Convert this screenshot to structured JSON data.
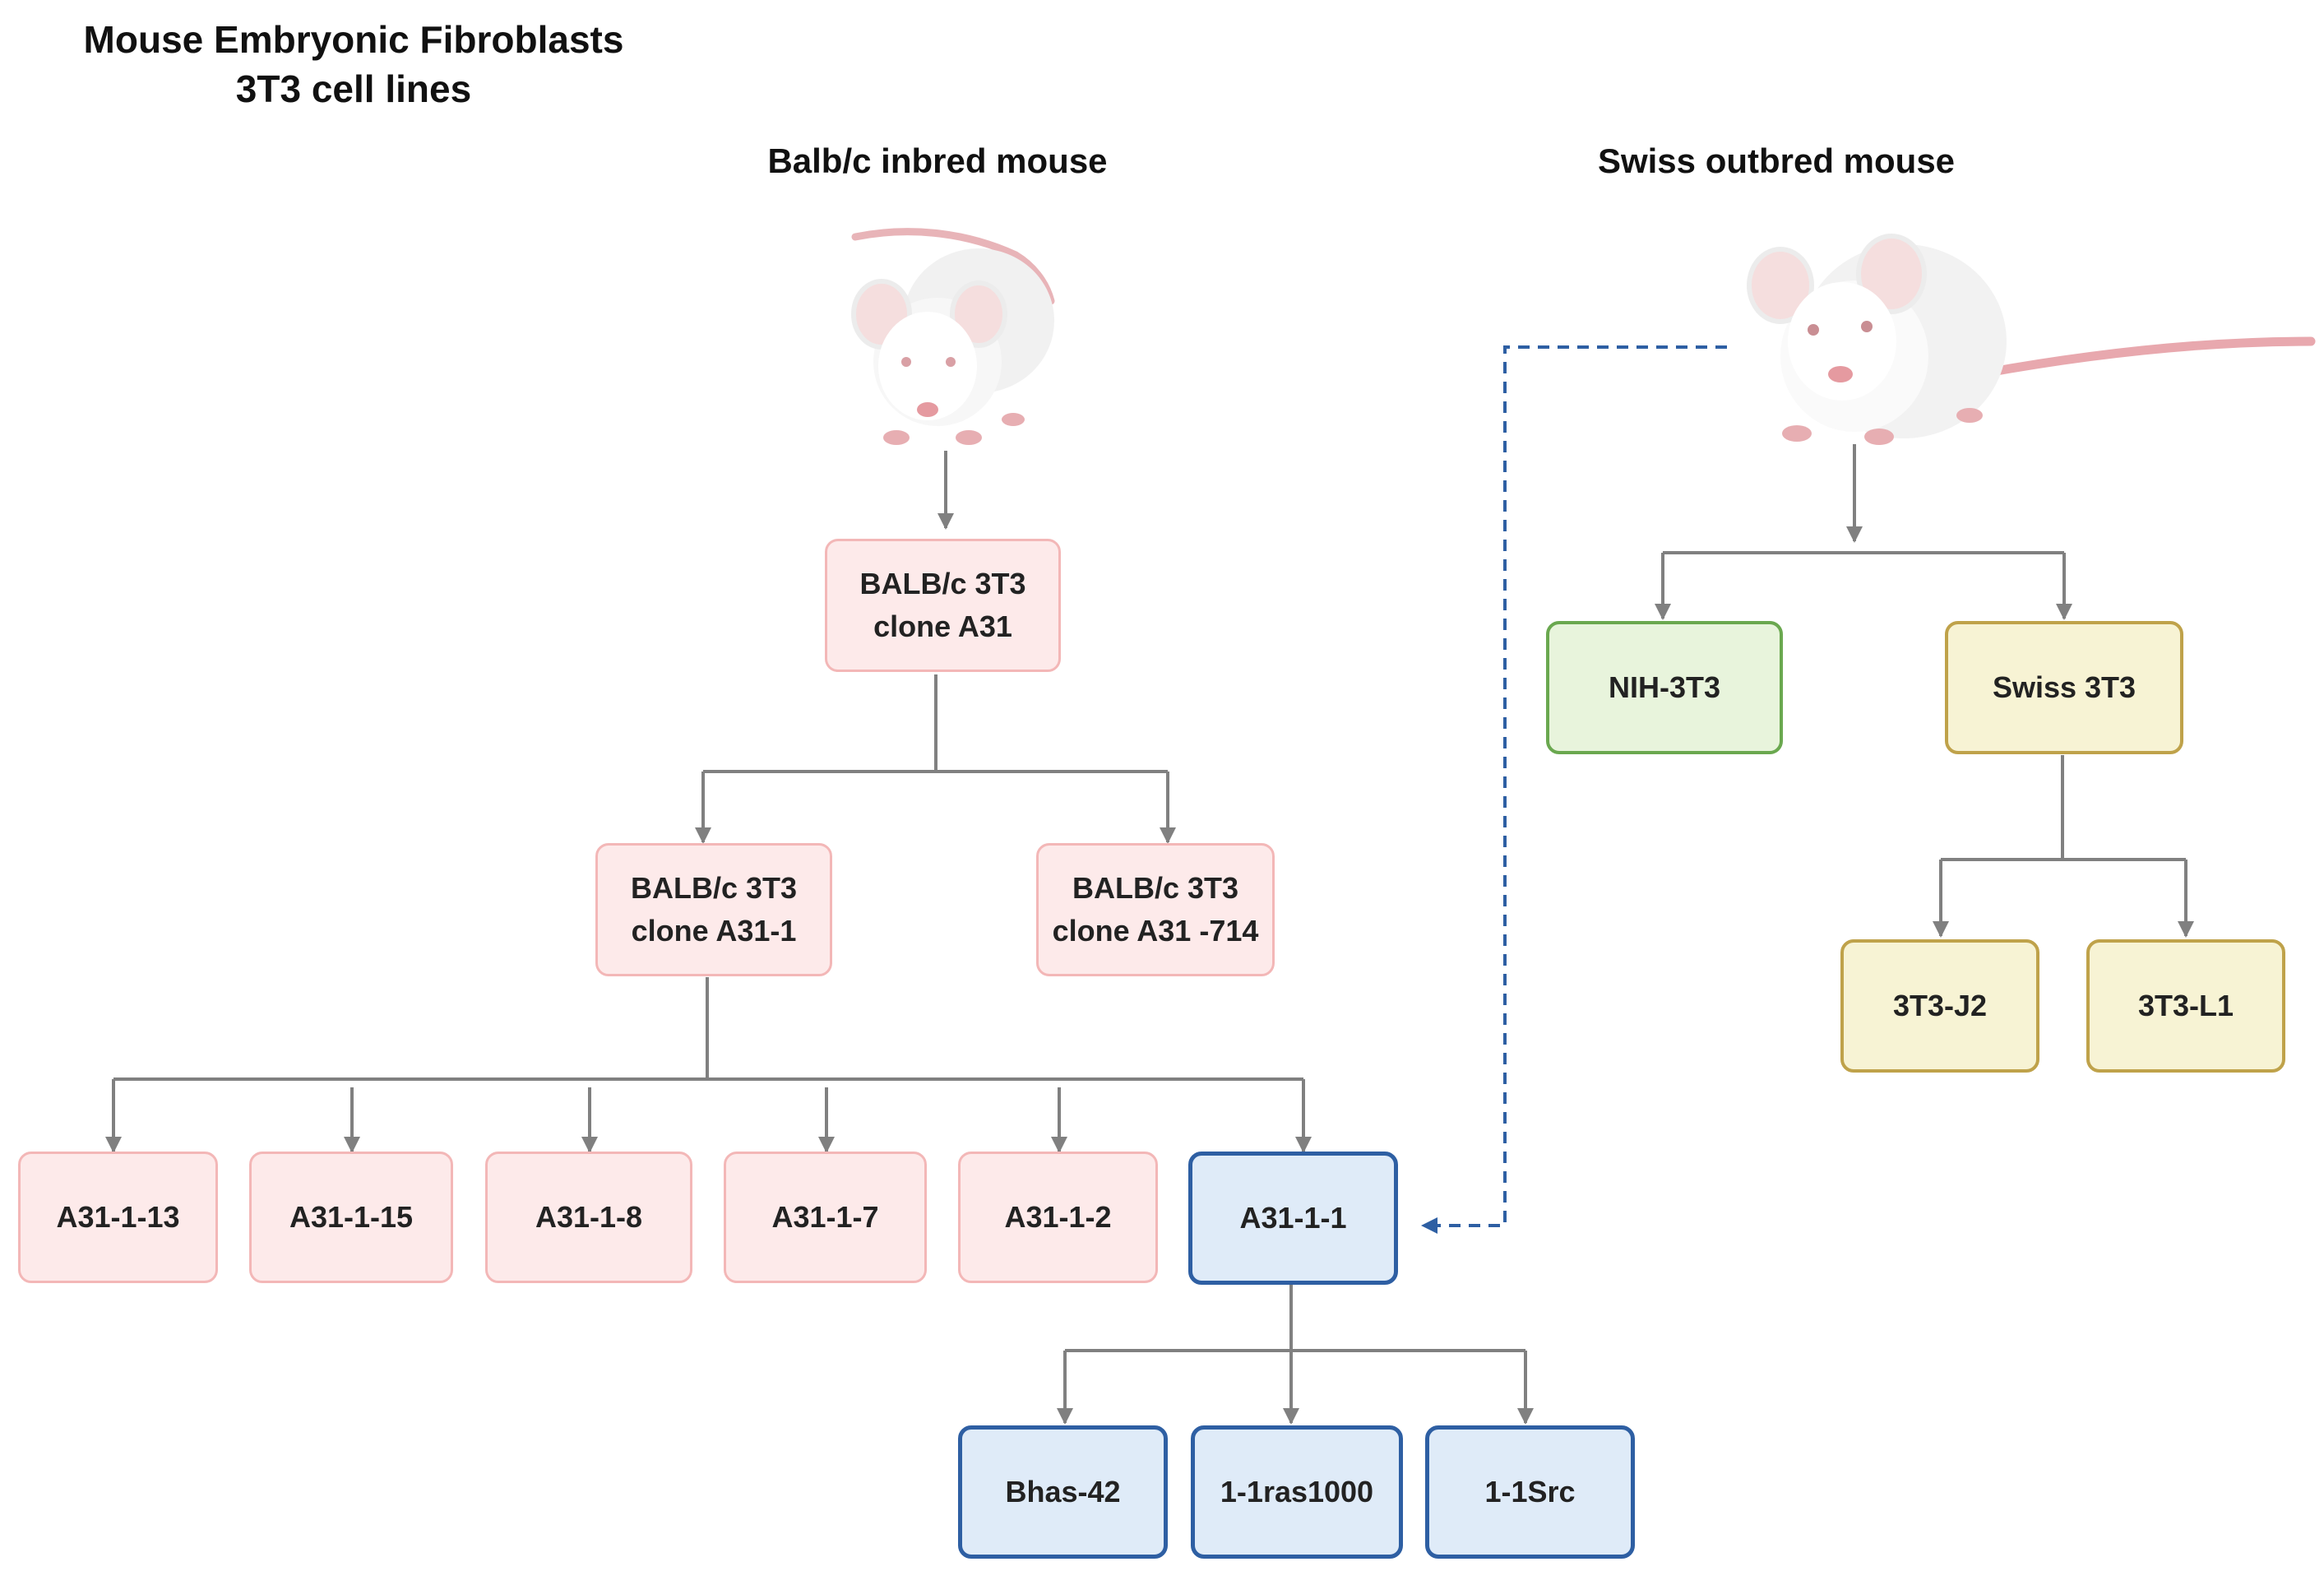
{
  "title": {
    "line1": "Mouse Embryonic Fibroblasts",
    "line2": "3T3 cell lines"
  },
  "headings": {
    "balbc": "Balb/c inbred mouse",
    "swiss": "Swiss outbred mouse"
  },
  "nodes": {
    "balbc_a31": {
      "line1": "BALB/c 3T3",
      "line2": "clone A31"
    },
    "balbc_a31_1": {
      "line1": "BALB/c 3T3",
      "line2": "clone A31-1"
    },
    "balbc_a31_714": {
      "line1": "BALB/c 3T3",
      "line2": "clone A31 -714"
    },
    "a31_1_13": "A31-1-13",
    "a31_1_15": "A31-1-15",
    "a31_1_8": "A31-1-8",
    "a31_1_7": "A31-1-7",
    "a31_1_2": "A31-1-2",
    "a31_1_1": "A31-1-1",
    "bhas_42": "Bhas-42",
    "ras1000": "1-1ras1000",
    "src": "1-1Src",
    "nih_3t3": "NIH-3T3",
    "swiss_3t3": "Swiss 3T3",
    "j2": "3T3-J2",
    "l1": "3T3-L1"
  },
  "colors": {
    "balbc_lineage": "#fdeaea",
    "a31_1_1_lineage": "#dfebf8",
    "nih": "#e8f4dc",
    "swiss": "#f7f3d4",
    "connector": "#808080",
    "dashed_link": "#2e5fa3"
  }
}
